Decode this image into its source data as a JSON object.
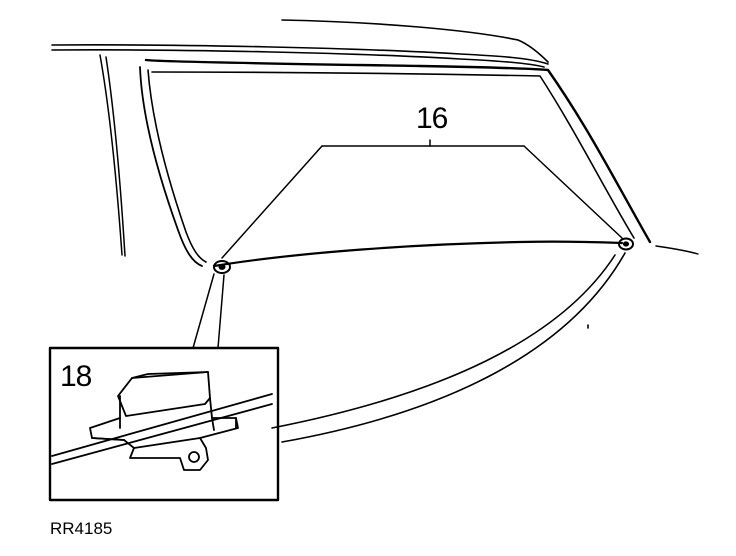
{
  "callouts": {
    "label_16": "16",
    "label_18": "18"
  },
  "figure_ref": "RR4185",
  "colors": {
    "ink": "#000000",
    "paper": "#ffffff"
  }
}
